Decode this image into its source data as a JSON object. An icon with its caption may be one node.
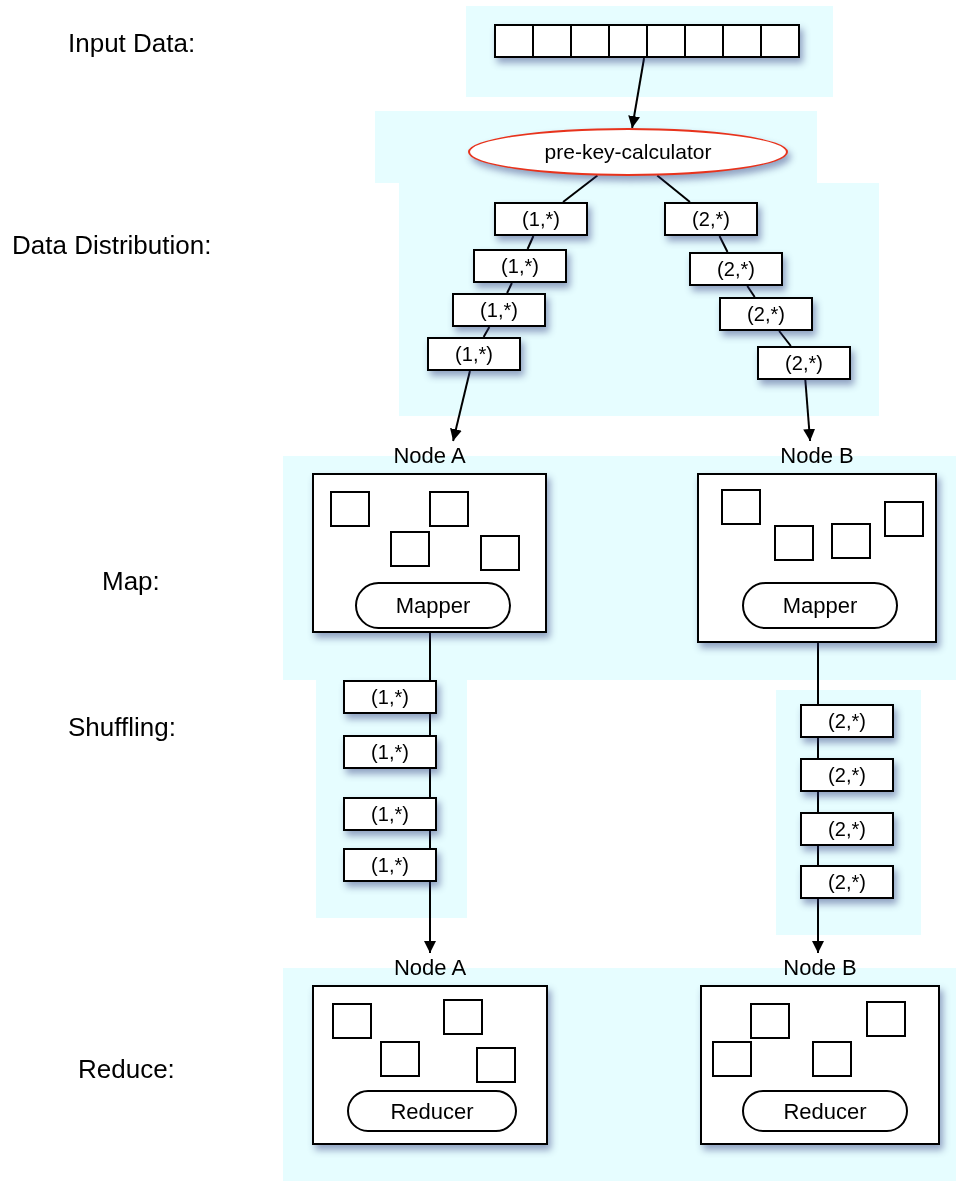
{
  "diagram": {
    "nodes": [
      {
        "text": [],
        "shape": "bar"
      },
      {
        "text": [
          "pre-key-calculator"
        ]
      },
      {
        "text": [
          "(1,*)"
        ]
      },
      {
        "text": [
          "(1,*)"
        ]
      },
      {
        "text": [
          "(1,*)"
        ]
      },
      {
        "text": [
          "(1,*)"
        ]
      },
      {
        "text": [
          "(2,*)"
        ]
      },
      {
        "text": [
          "(2,*)"
        ]
      },
      {
        "text": [
          "(2,*)"
        ]
      },
      {
        "text": [
          "(2,*)"
        ]
      },
      {
        "text": [
          "Node A"
        ]
      },
      {
        "text": [
          "Mapper"
        ],
        "in": 10
      },
      {
        "text": [
          "Node B"
        ]
      },
      {
        "text": [
          "Mapper"
        ],
        "in": 12
      },
      {
        "text": [
          "(1,*)"
        ]
      },
      {
        "text": [
          "(1,*)"
        ]
      },
      {
        "text": [
          "(1,*)"
        ]
      },
      {
        "text": [
          "(1,*)"
        ]
      },
      {
        "text": [
          "(2,*)"
        ]
      },
      {
        "text": [
          "(2,*)"
        ]
      },
      {
        "text": [
          "(2,*)"
        ]
      },
      {
        "text": [
          "(2,*)"
        ]
      },
      {
        "text": [
          "Node A"
        ]
      },
      {
        "text": [
          "Reducer"
        ],
        "in": 22
      },
      {
        "text": [
          "Node B"
        ]
      },
      {
        "text": [
          "Reducer"
        ],
        "in": 24
      }
    ],
    "edges": [
      {
        "from": 0,
        "to": 1,
        "arrow": "to"
      },
      {
        "from": 1,
        "to": 2,
        "arrow": "none"
      },
      {
        "from": 2,
        "to": 3,
        "arrow": "none"
      },
      {
        "from": 3,
        "to": 4,
        "arrow": "none"
      },
      {
        "from": 4,
        "to": 5,
        "arrow": "none"
      },
      {
        "from": 5,
        "to": 10,
        "arrow": "to"
      },
      {
        "from": 1,
        "to": 6,
        "arrow": "none"
      },
      {
        "from": 6,
        "to": 7,
        "arrow": "none"
      },
      {
        "from": 7,
        "to": 8,
        "arrow": "none"
      },
      {
        "from": 8,
        "to": 9,
        "arrow": "none"
      },
      {
        "from": 9,
        "to": 12,
        "arrow": "to"
      },
      {
        "from": 10,
        "to": 14,
        "arrow": "none"
      },
      {
        "from": 14,
        "to": 15,
        "arrow": "none"
      },
      {
        "from": 15,
        "to": 16,
        "arrow": "none"
      },
      {
        "from": 16,
        "to": 17,
        "arrow": "none"
      },
      {
        "from": 17,
        "to": 22,
        "arrow": "to"
      },
      {
        "from": 12,
        "to": 18,
        "arrow": "none"
      },
      {
        "from": 18,
        "to": 19,
        "arrow": "none"
      },
      {
        "from": 19,
        "to": 20,
        "arrow": "none"
      },
      {
        "from": 20,
        "to": 21,
        "arrow": "none"
      },
      {
        "from": 21,
        "to": 24,
        "arrow": "to"
      }
    ],
    "labels": [
      "Input Data:",
      "Data Distribution:",
      "Map:",
      "Shuffling:",
      "Reduce:"
    ]
  }
}
